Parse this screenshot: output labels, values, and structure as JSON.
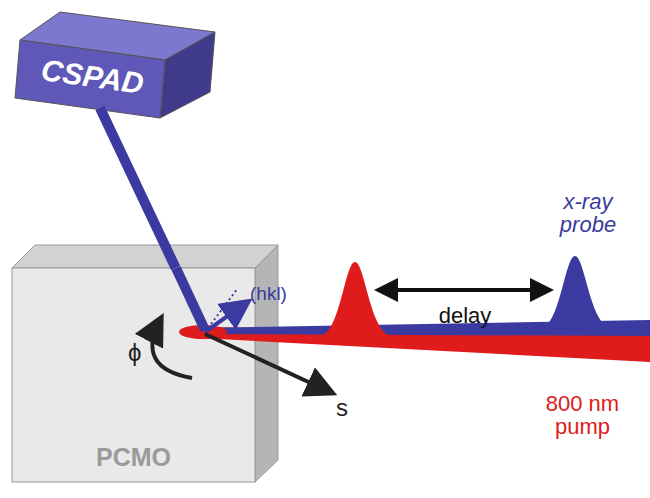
{
  "diagram": {
    "nodes": [
      {
        "text": [
          "CSPAD"
        ]
      },
      {
        "text": [
          "PCMO"
        ]
      }
    ],
    "edges": [
      {
        "from": 1,
        "to": 0,
        "arrow": "none"
      }
    ],
    "labels": [
      "(hkl)",
      "s",
      "ϕ",
      "delay",
      "x-ray probe",
      "800 nm pump"
    ]
  }
}
